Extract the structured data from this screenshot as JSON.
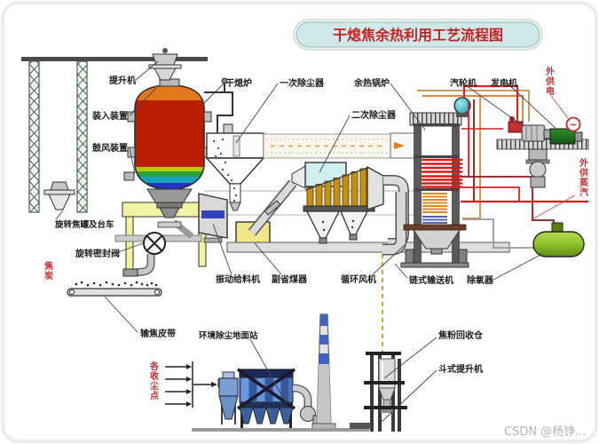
{
  "title": "干熄焦余热利用工艺流程图",
  "watermark": "CSDN @杨铮...",
  "labels": {
    "hoist": "提升机",
    "charging_device": "装入装置",
    "blowing_device": "鼓风装置",
    "dry_quenching_furnace": "干熄炉",
    "primary_dust_collector": "一次除尘器",
    "secondary_dust_collector": "二次除尘器",
    "waste_heat_boiler": "余热锅炉",
    "steam_turbine": "汽轮机",
    "generator": "发电机",
    "rotating_coke_tank_trolley": "旋转焦罐及台车",
    "rotating_seal_valve": "旋转密封阀",
    "coke": "焦炭",
    "coke_conveyor_belt": "输焦皮带",
    "vibrating_feeder": "振动给料机",
    "secondary_economizer": "副省煤器",
    "circulation_fan": "循环风机",
    "chain_conveyor": "链式输送机",
    "deaerator": "除氧器",
    "env_dust_station": "环境除尘地面站",
    "dust_collection_points": "各收尘点",
    "coke_powder_bin": "焦粉回收仓",
    "bucket_elevator": "斗式提升机",
    "external_power": "外供电",
    "external_steam": "外供蒸汽"
  },
  "symbols": {
    "ac_power": "~"
  },
  "colors": {
    "banner_fill": "#cfe9e9",
    "title_text": "#c32222",
    "furnace_hot_red": "#bb1e00",
    "furnace_top_orange": "#e2781c",
    "platform_yellow": "#f2f2a0",
    "economizer_yellow": "#f0e88a",
    "drum_teal": "#2aa8b8",
    "boiler_tube_red": "#dd1515",
    "boiler_tube_orange": "#e2891e",
    "boiler_tube_blue": "#5560c4",
    "generator_green": "#1f7a1f",
    "deaerator_green": "#8ec02a",
    "baghouse_blue": "#4a76c0",
    "chimney_band_blue": "#3f63c4",
    "coke_powder_dash": "#d8a030",
    "pipe_red": "#cc2222",
    "red_label": "#c23030"
  }
}
